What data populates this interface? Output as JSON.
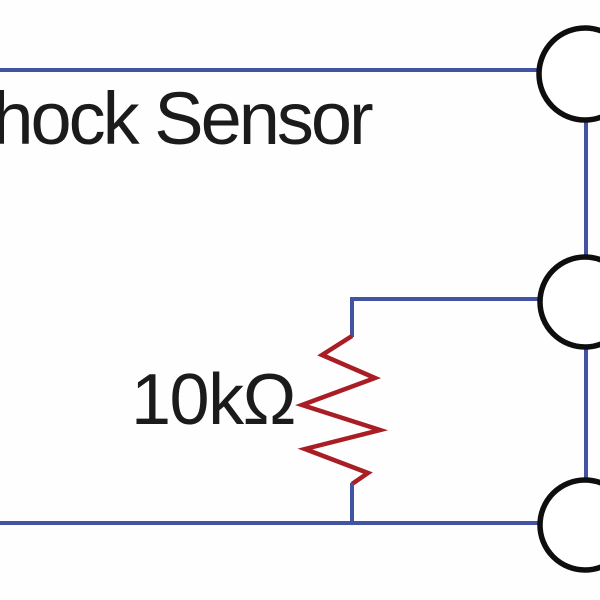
{
  "diagram": {
    "type": "circuit-schematic",
    "title": "Shock Sensor",
    "resistor": {
      "label": "10kΩ"
    },
    "terminal_count": 3
  },
  "colors": {
    "background": "#fefefe",
    "wire": "#4353a3",
    "resistor": "#a91e24",
    "terminal-stroke": "#0e0e0e",
    "terminal-fill": "#ffffff",
    "text": "#1b1b1b"
  }
}
